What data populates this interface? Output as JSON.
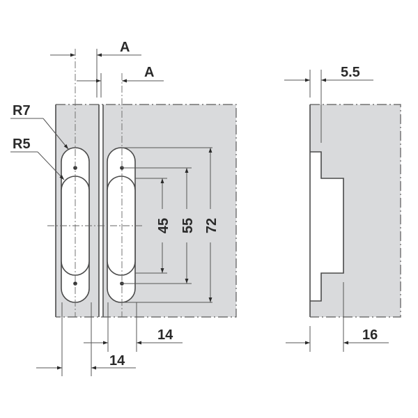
{
  "drawing": {
    "type": "technical-drawing",
    "subject": "concealed hinge dimensions",
    "colors": {
      "panel_fill": "#d9dadc",
      "line": "#4a4a4a",
      "text": "#2a2a2a",
      "background": "#ffffff"
    },
    "front_view": {
      "labels": {
        "radius_outer": "R7",
        "radius_inner": "R5",
        "gap_top_1": "A",
        "gap_top_2": "A",
        "height_inner": "45",
        "height_holes": "55",
        "height_outer": "72",
        "width_right": "14",
        "width_left": "14"
      }
    },
    "side_view": {
      "labels": {
        "offset_top": "5.5",
        "depth_bottom": "16"
      }
    }
  }
}
